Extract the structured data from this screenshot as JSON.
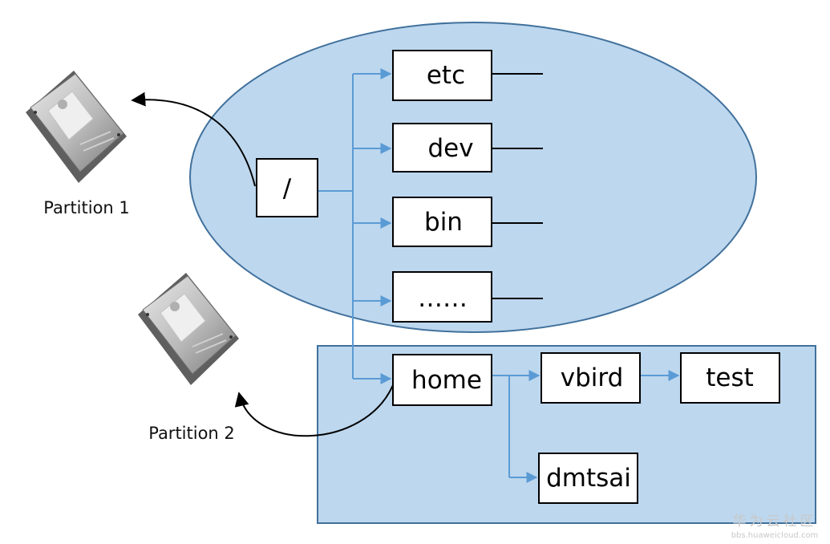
{
  "colors": {
    "region_fill": "#bdd7ee",
    "region_stroke": "#41719c",
    "connector_blue": "#5b9bd5",
    "box_stroke": "#000000",
    "box_fill": "#ffffff"
  },
  "tree": {
    "root": "/",
    "root_children": [
      "etc",
      "dev",
      "bin",
      "……",
      "home"
    ],
    "home_children": [
      "vbird",
      "dmtsai"
    ],
    "vbird_children": [
      "test"
    ]
  },
  "partitions": [
    {
      "label": "Partition 1",
      "icon": "hard-disk-icon",
      "mounted_at": "/"
    },
    {
      "label": "Partition 2",
      "icon": "hard-disk-icon",
      "mounted_at": "home"
    }
  ],
  "watermark": {
    "site_cn": "华为云社区",
    "url": "bbs.huaweicloud.com"
  }
}
